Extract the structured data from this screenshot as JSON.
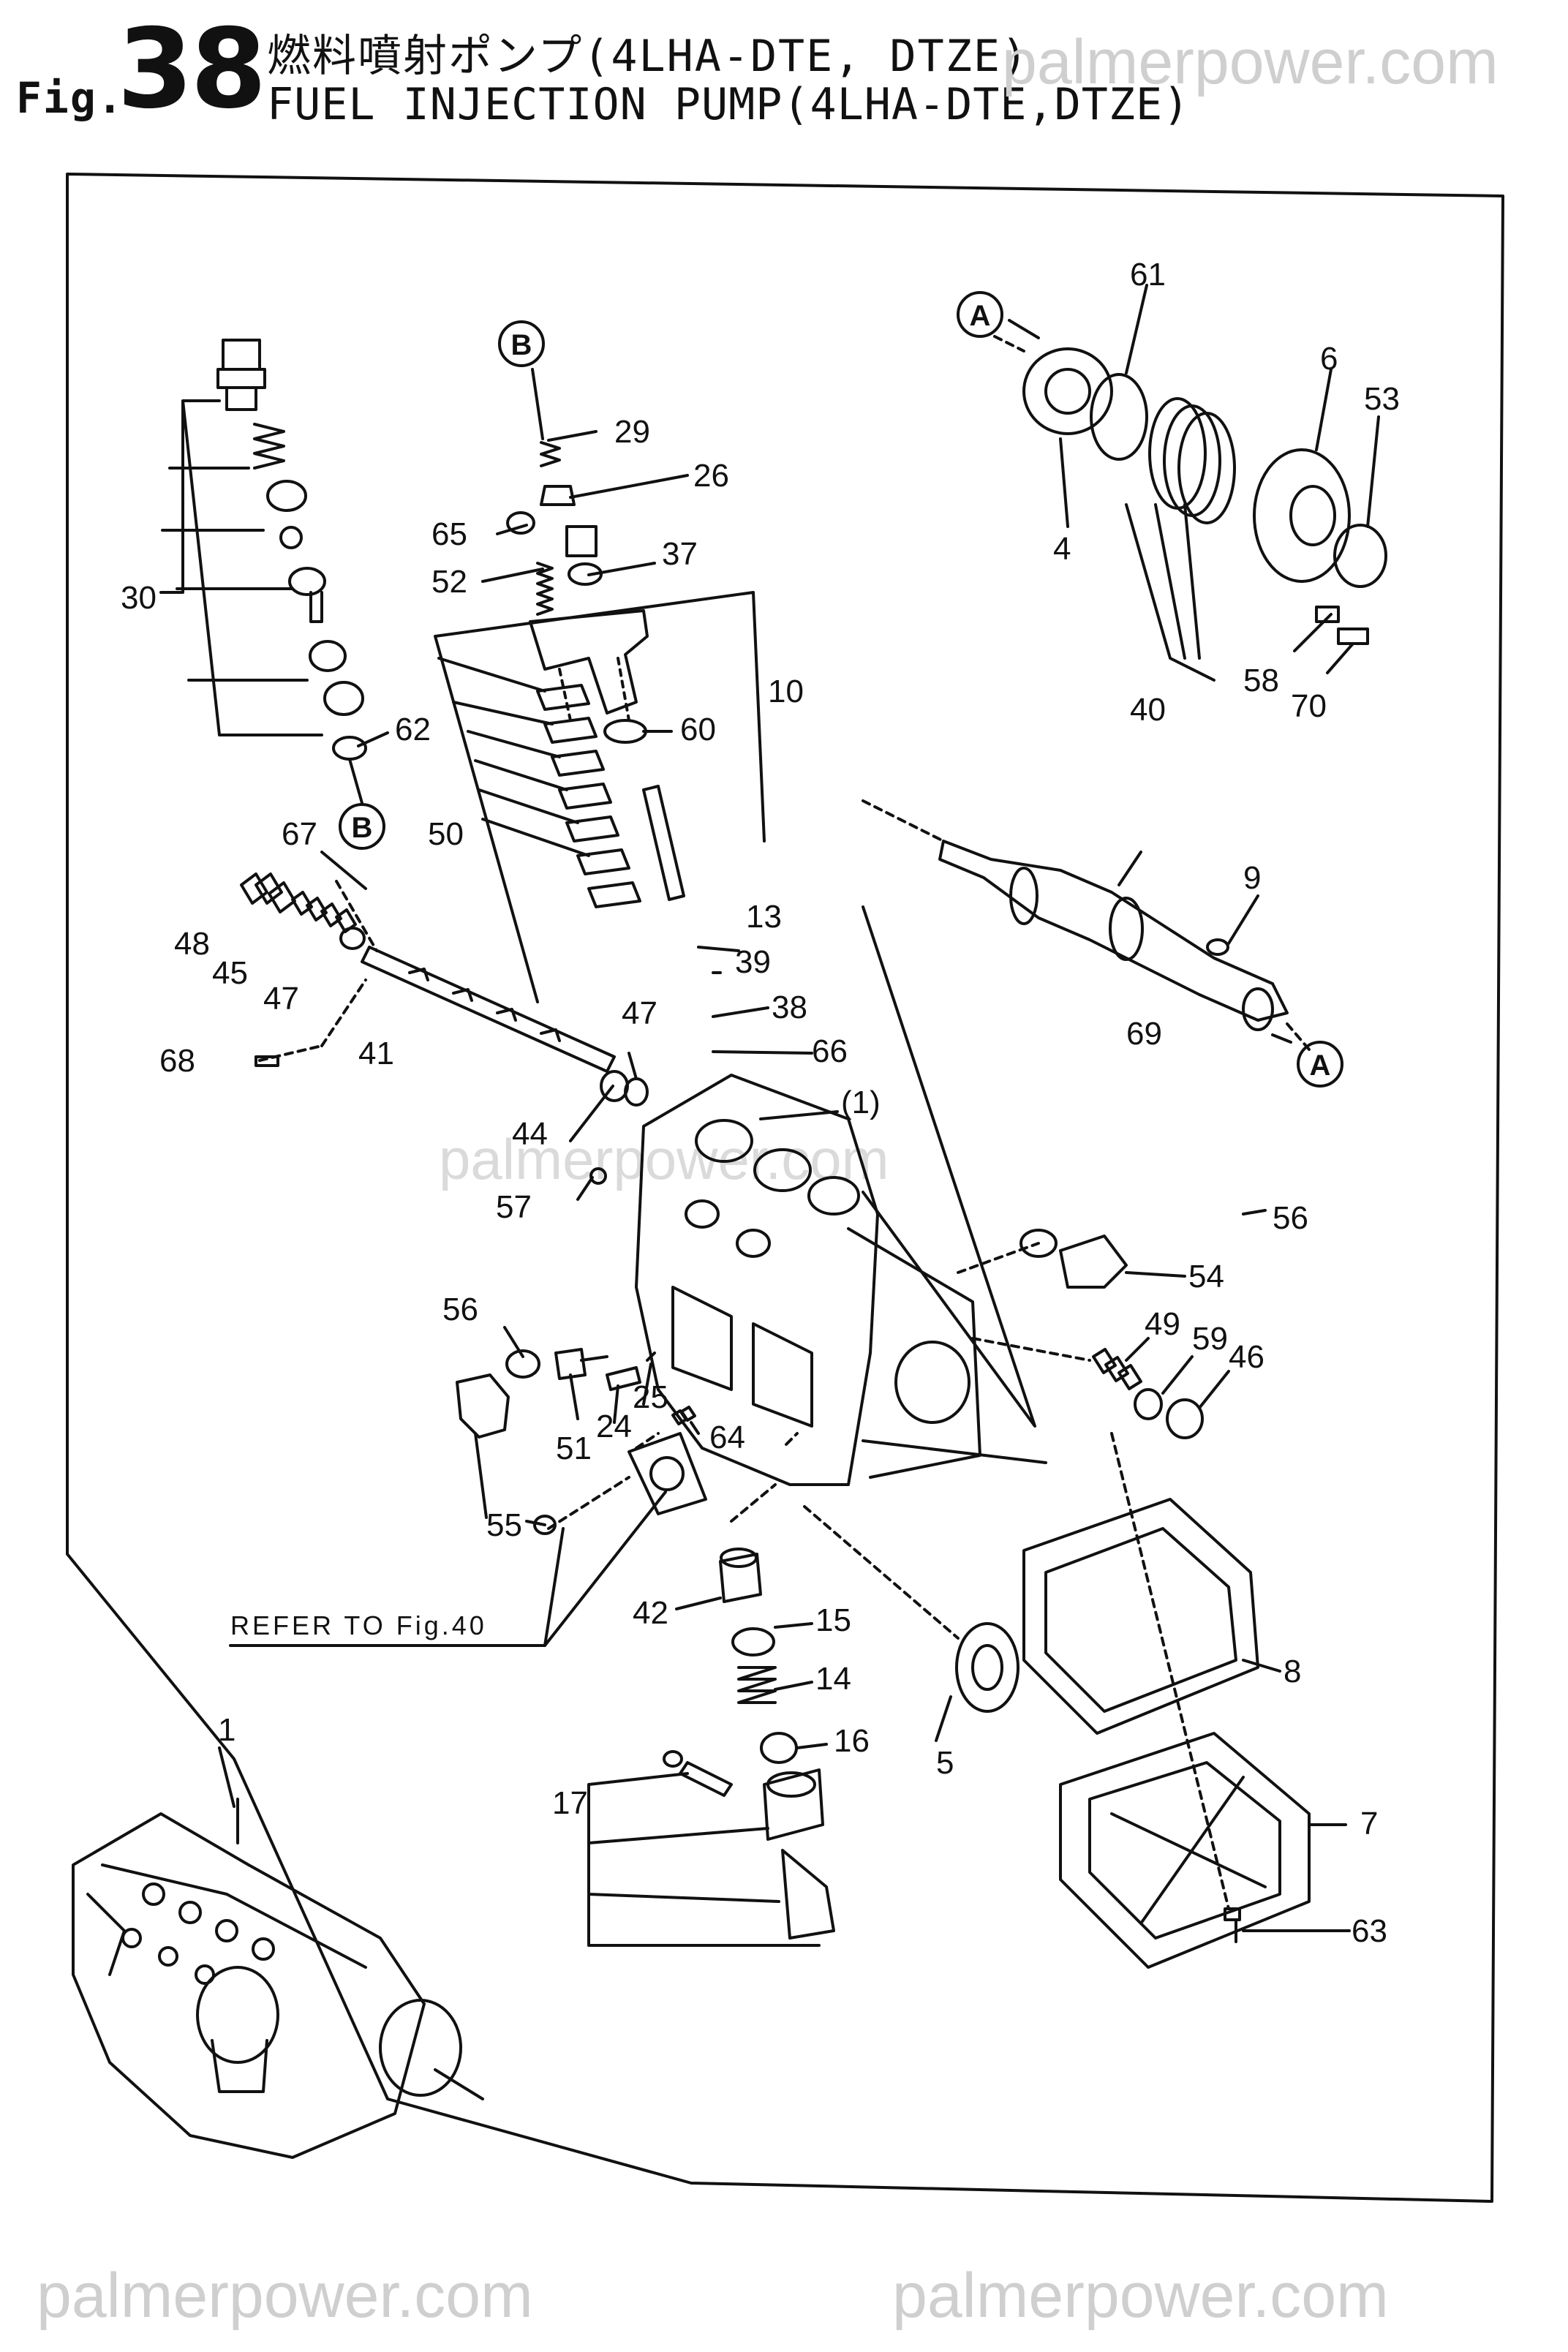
{
  "header": {
    "fig_prefix": "Fig.",
    "fig_number": "38",
    "title_jp": "燃料噴射ポンプ(4LHA-DTE, DTZE)",
    "title_en": "FUEL INJECTION PUMP(4LHA-DTE,DTZE)"
  },
  "watermarks": {
    "top": "palmerpower.com",
    "middle": "palmerpower.com",
    "bottom_left": "palmerpower.com",
    "bottom_right": "palmerpower.com"
  },
  "refer_note": "REFER TO Fig.40",
  "markers": {
    "a": "A",
    "b": "B"
  },
  "callouts": {
    "c1": "1",
    "c1p": "(1)",
    "c4": "4",
    "c5": "5",
    "c6": "6",
    "c7": "7",
    "c8": "8",
    "c9": "9",
    "c10": "10",
    "c13": "13",
    "c14": "14",
    "c15": "15",
    "c16": "16",
    "c17": "17",
    "c24": "24",
    "c25": "25",
    "c26": "26",
    "c29": "29",
    "c30": "30",
    "c37": "37",
    "c38": "38",
    "c39": "39",
    "c40": "40",
    "c41": "41",
    "c42": "42",
    "c44": "44",
    "c45": "45",
    "c46": "46",
    "c47a": "47",
    "c47b": "47",
    "c48": "48",
    "c49": "49",
    "c50": "50",
    "c51": "51",
    "c52": "52",
    "c53": "53",
    "c54": "54",
    "c55": "55",
    "c56a": "56",
    "c56b": "56",
    "c57": "57",
    "c58": "58",
    "c59": "59",
    "c60": "60",
    "c61": "61",
    "c62": "62",
    "c63": "63",
    "c64": "64",
    "c65": "65",
    "c66": "66",
    "c67": "67",
    "c68": "68",
    "c69": "69",
    "c70": "70"
  }
}
